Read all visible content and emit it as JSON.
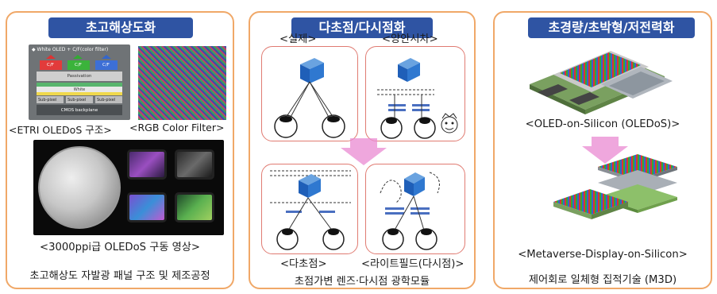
{
  "panels": [
    {
      "title": "초고해상도화",
      "captions": {
        "etri": "<ETRI OLEDoS 구조>",
        "rgb": "<RGB Color Filter>",
        "video": "<3000ppi급 OLEDoS 구동 영상>"
      },
      "etri_diagram": {
        "header": "◆ White OLED + C/F(color filter)",
        "cf_label": "C/F",
        "passivation": "Passivation",
        "white": "White",
        "subpixel": "Sub-pixel",
        "backplane": "CMOS backplane"
      },
      "bottom": "초고해상도 자발광 패널 구조 및 제조공정"
    },
    {
      "title": "다초점/다시점화",
      "labels": {
        "real": "<실제>",
        "parallax": "<양안시차>",
        "multifocal": "<다초점>",
        "lightfield": "<라이트필드(다시점)>"
      },
      "bottom": "초점가변 렌즈·다시점 광학모듈"
    },
    {
      "title": "초경량/초박형/저전력화",
      "captions": {
        "oledos": "<OLED-on-Silicon (OLEDoS)>",
        "metaverse": "<Metaverse-Display-on-Silicon>"
      },
      "bottom": "제어회로 일체형 집적기술 (M3D)"
    }
  ],
  "colors": {
    "panel_border": "#f0a868",
    "title_bg": "#2f54a3",
    "arrow": "#e98ad2",
    "quad_border": "#e07b72"
  }
}
